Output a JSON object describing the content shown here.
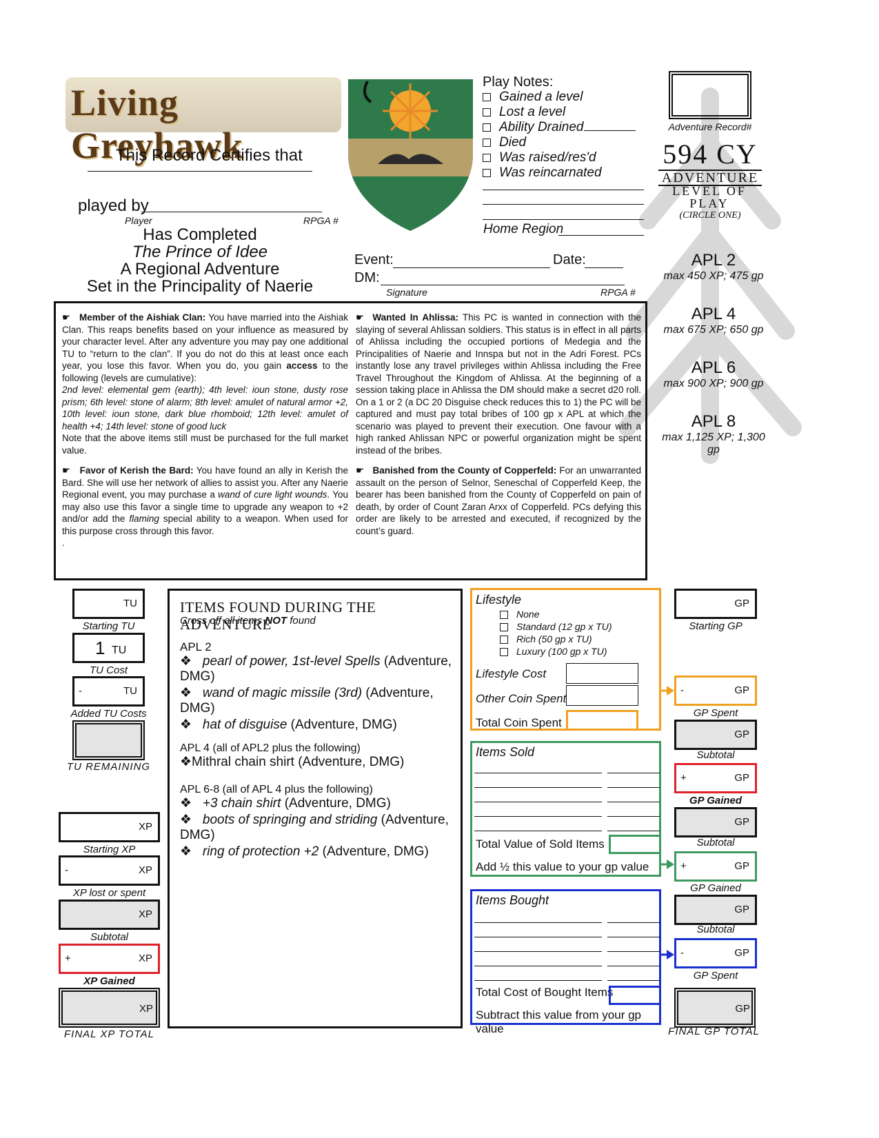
{
  "logo": {
    "text": "Living Greyhawk"
  },
  "certificate": {
    "certifies": "This Record Certifies that",
    "played_by": "played by",
    "player_label": "Player",
    "rpga_label": "RPGA #",
    "has_completed": "Has Completed",
    "adventure_title": "The Prince of Idee",
    "adventure_type": "A Regional Adventure",
    "setting": "Set in the Principality of Naerie"
  },
  "play_notes": {
    "title": "Play Notes:",
    "items": [
      "Gained a level",
      "Lost a level",
      "Ability Drained",
      "Died",
      "Was raised/res'd",
      "Was reincarnated"
    ],
    "home_region": "Home Region"
  },
  "event": {
    "event_label": "Event:",
    "date_label": "Date:",
    "dm_label": "DM:",
    "signature_label": "Signature",
    "rpga_label": "RPGA #"
  },
  "record": {
    "number_label": "Adventure Record#",
    "year": "594 CY",
    "adventure": "ADVENTURE",
    "level_of_play": "LEVEL OF PLAY",
    "circle": "(CIRCLE ONE)"
  },
  "apl_levels": [
    {
      "name": "APL 2",
      "max": "max 450 XP; 475 gp"
    },
    {
      "name": "APL 4",
      "max": "max 675 XP; 650 gp"
    },
    {
      "name": "APL 6",
      "max": "max 900 XP; 900 gp"
    },
    {
      "name": "APL 8",
      "max": "max 1,125 XP; 1,300 gp"
    }
  ],
  "favors": {
    "aishiak": {
      "title": "Member of the Aishiak Clan:",
      "text1": " You have married into the Aishiak Clan.  This reaps benefits based on your influence as measured by your character level.  After any adventure you may pay one additional TU to “return to the clan”.  If you do not do this at least once each year, you lose this favor.  When you do, you gain ",
      "access": "access",
      "text2": " to the following (levels are cumulative):",
      "levels": "2nd level: elemental gem (earth); 4th level: ioun stone, dusty rose prism; 6th level: stone of alarm; 8th level: amulet of natural armor +2, 10th level: ioun stone, dark blue rhomboid; 12th level: amulet of health +4; 14th level: stone of good luck",
      "note": "Note that the above items still must be purchased for the full market value."
    },
    "kerish": {
      "title": "Favor of Kerish the Bard:",
      "text1": " You have found an ally in Kerish the Bard.  She will use her network of allies to assist you.  After any Naerie Regional event, you may purchase a ",
      "wand": "wand of cure light wounds",
      "text2": ".  You may also use this favor a single time to upgrade any weapon to +2 and/or add the ",
      "flaming": "flaming",
      "text3": " special ability to a weapon. When used for this purpose cross through this favor.",
      "dot": "."
    },
    "ahlissa": {
      "title": "Wanted In Ahlissa:",
      "text": " This PC is wanted in connection with the slaying of several Ahlissan soldiers. This status is in effect in all parts of Ahlissa including the occupied portions of Medegia and the Principalities of Naerie and Innspa but not in the Adri Forest. PCs instantly lose any travel privileges within Ahlissa including the Free Travel Throughout the Kingdom of Ahlissa. At the beginning of a session taking place in Ahlissa the DM should make a secret d20 roll. On a 1 or 2 (a DC 20 Disguise check reduces this to 1) the PC will be captured and must pay total bribes of 100 gp x APL at which the scenario was played to prevent their execution. One favour with a high ranked Ahlissan NPC or powerful organization might be spent instead of the bribes."
    },
    "copperfeld": {
      "title": "Banished from the County of Copperfeld:",
      "text": " For an unwarranted assault on the person of Selnor, Seneschal of Copperfeld Keep, the bearer has been banished from the County of Copperfeld on pain of death, by order of Count Zaran Arxx of Copperfeld. PCs defying this order are likely to be arrested and executed, if recognized by the count’s guard."
    }
  },
  "tu": {
    "starting_label": "Starting TU",
    "unit": "TU",
    "cost_value": "1",
    "cost_label": "TU Cost",
    "added_prefix": "-",
    "added_label": "Added TU Costs",
    "remaining_label": "TU REMAINING"
  },
  "xp": {
    "unit": "XP",
    "starting_label": "Starting XP",
    "lost_prefix": "-",
    "lost_label": "XP lost or spent",
    "subtotal_label": "Subtotal",
    "gained_prefix": "+",
    "gained_label": "XP Gained",
    "final_label": "FINAL XP TOTAL"
  },
  "items": {
    "title": "ITEMS FOUND DURING THE ADVENTURE",
    "subtitle_a": "Cross off all items ",
    "subtitle_not": "NOT",
    "subtitle_b": " found",
    "apl2_header": "APL 2",
    "apl2": [
      {
        "name": "pearl of power, 1st-level Spells",
        "src": " (Adventure, DMG)"
      },
      {
        "name": "wand of magic missile (3rd)",
        "src": " (Adventure, DMG)"
      },
      {
        "name": "hat of disguise",
        "src": " (Adventure, DMG)"
      }
    ],
    "apl4_header": "APL 4",
    "apl4_note": " (all of APL2 plus the following)",
    "apl4": [
      {
        "name": "Mithral chain shirt (Adventure, DMG)"
      }
    ],
    "apl68_header": "APL 6-8",
    "apl68_note": " (all of APL 4 plus the following)",
    "apl68": [
      {
        "name": "+3 chain shirt",
        "src": " (Adventure, DMG)"
      },
      {
        "name": "boots of springing and striding",
        "src": " (Adventure, DMG)"
      },
      {
        "name": "ring of protection +2",
        "src": " (Adventure, DMG)"
      }
    ]
  },
  "lifestyle": {
    "title": "Lifestyle",
    "options": [
      "None",
      "Standard (12 gp x TU)",
      "Rich (50 gp x TU)",
      "Luxury (100 gp x TU)"
    ],
    "cost_label": "Lifestyle Cost",
    "other_label": "Other Coin Spent",
    "total_label": "Total Coin Spent"
  },
  "sold": {
    "title": "Items Sold",
    "total_label": "Total Value of Sold Items",
    "add_label": "Add ½ this value to your gp value"
  },
  "bought": {
    "title": "Items Bought",
    "total_label": "Total Cost of Bought Items",
    "sub_label": "Subtract this value from your gp value"
  },
  "gp": {
    "unit": "GP",
    "starting_label": "Starting GP",
    "spent_prefix": "-",
    "spent_label": "GP Spent",
    "subtotal_label": "Subtotal",
    "gained_prefix": "+",
    "gained_label": "GP Gained",
    "final_label": "FINAL GP TOTAL"
  },
  "colors": {
    "orange": "#f0a020",
    "green": "#3c9a5f",
    "red": "#e0202a",
    "blue": "#1a2fd0"
  }
}
